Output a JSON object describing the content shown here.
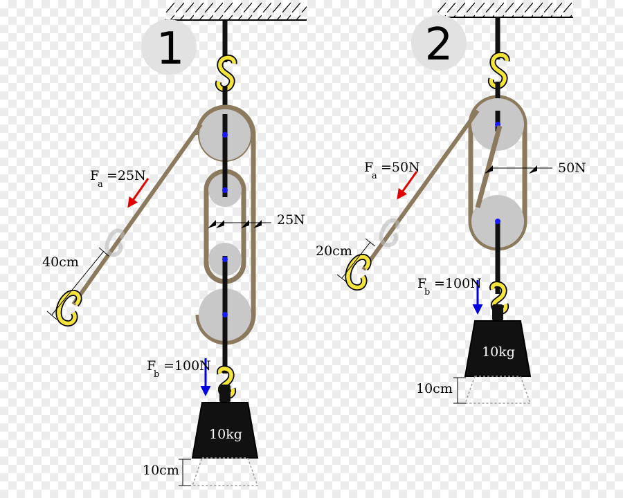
{
  "system_1": {
    "number": "1",
    "force_a_symbol": "F",
    "force_a_sub": "a",
    "force_a_value": "=25N",
    "rope_tension": "25N",
    "rope_pull_distance": "40cm",
    "force_b_symbol": "F",
    "force_b_sub": "b",
    "force_b_value": "=100N",
    "mass_label": "10kg",
    "lift_distance": "10cm"
  },
  "system_2": {
    "number": "2",
    "force_a_symbol": "F",
    "force_a_sub": "a",
    "force_a_value": "=50N",
    "rope_tension": "50N",
    "rope_pull_distance": "20cm",
    "force_b_symbol": "F",
    "force_b_sub": "b",
    "force_b_value": "=100N",
    "mass_label": "10kg",
    "lift_distance": "10cm"
  },
  "colors": {
    "rope": "#8c7a5e",
    "pulley": "#c8c8c8",
    "hook": "#f5e53a",
    "force_a_arrow": "#e00000",
    "force_b_arrow": "#0000e0",
    "weight": "#111111"
  }
}
